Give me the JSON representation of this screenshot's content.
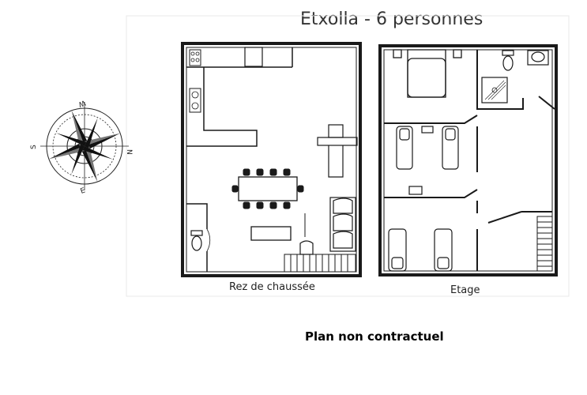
{
  "title": "Etxolla  -  6 personnes",
  "floors": {
    "ground_label": "Rez de chaussée",
    "upper_label": "Etage"
  },
  "disclaimer": "Plan non contractuel",
  "compass": {
    "icon": "compass-rose-icon",
    "labels": {
      "north": "N",
      "south": "S",
      "east": "E",
      "west": "W"
    }
  },
  "colors": {
    "line": "#1a1a1a",
    "background": "#ffffff"
  }
}
